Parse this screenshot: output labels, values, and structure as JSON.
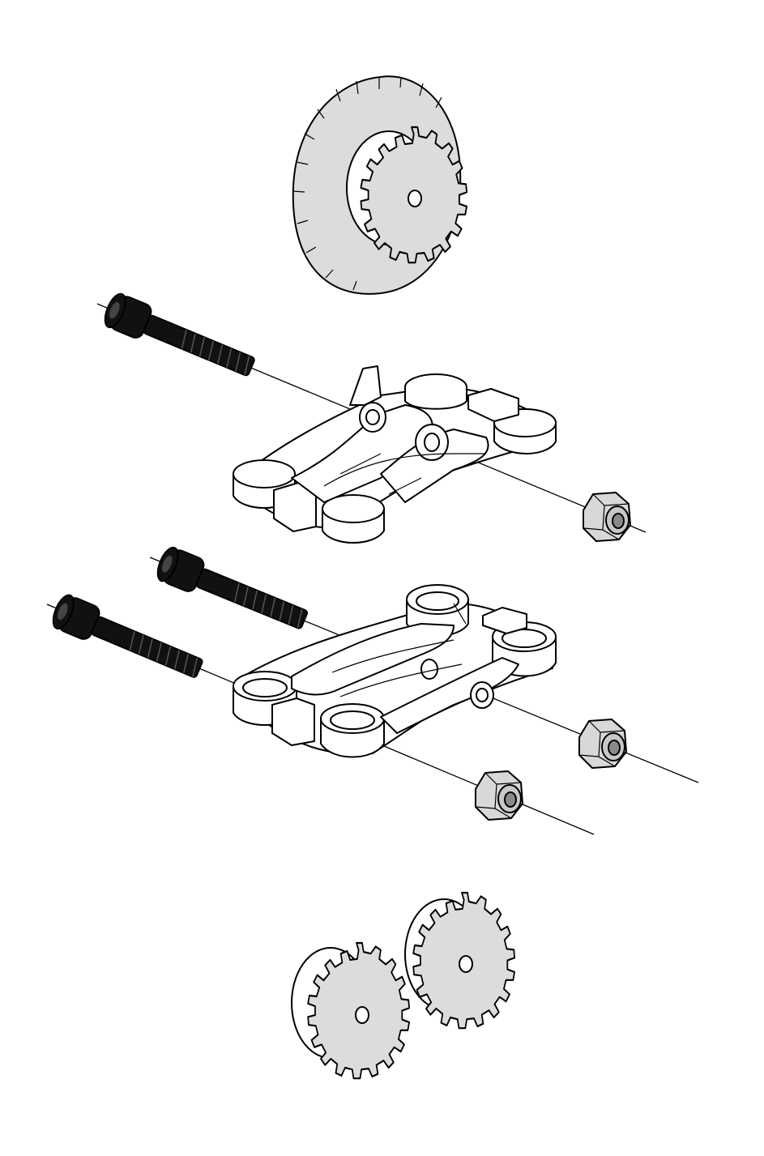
{
  "drawing": {
    "parts": [
      {
        "name": "spur-gear-with-brake-disc",
        "count": 1
      },
      {
        "name": "socket-head-cap-screw",
        "count": 3
      },
      {
        "name": "nylon-lock-nut",
        "count": 3
      },
      {
        "name": "upper-link-bracket",
        "count": 1
      },
      {
        "name": "lower-link-bracket",
        "count": 1
      },
      {
        "name": "spur-gear",
        "count": 2
      }
    ],
    "colors": {
      "line": "#000000",
      "disc_fill": "#dcdcdc",
      "screw_fill": "#111111",
      "bracket_fill": "#ffffff",
      "nut_fill": "#d8d8d8"
    }
  }
}
